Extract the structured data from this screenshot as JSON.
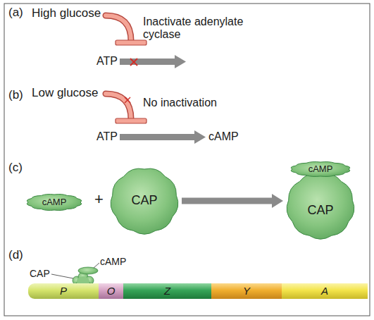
{
  "diagram": {
    "nodes": [
      {
        "text": [
          "cAMP"
        ]
      },
      {
        "text": [
          "CAP"
        ]
      },
      {
        "text": [
          "CAP"
        ]
      },
      {
        "text": [
          "cAMP"
        ],
        "in": 2
      },
      {
        "text": [
          "P"
        ]
      },
      {
        "text": [
          "O"
        ]
      },
      {
        "text": [
          "Z"
        ]
      },
      {
        "text": [
          "Y"
        ]
      },
      {
        "text": [
          "A"
        ]
      }
    ],
    "edges": [
      {
        "from": 1,
        "to": 2,
        "arrow": "to"
      }
    ],
    "labels": [
      "(a)",
      "High glucose",
      "Inactivate adenylate cyclase",
      "ATP",
      "(b)",
      "Low glucose",
      "No inactivation",
      "ATP",
      "cAMP",
      "(c)",
      "+",
      "(d)",
      "CAP",
      "cAMP"
    ]
  }
}
